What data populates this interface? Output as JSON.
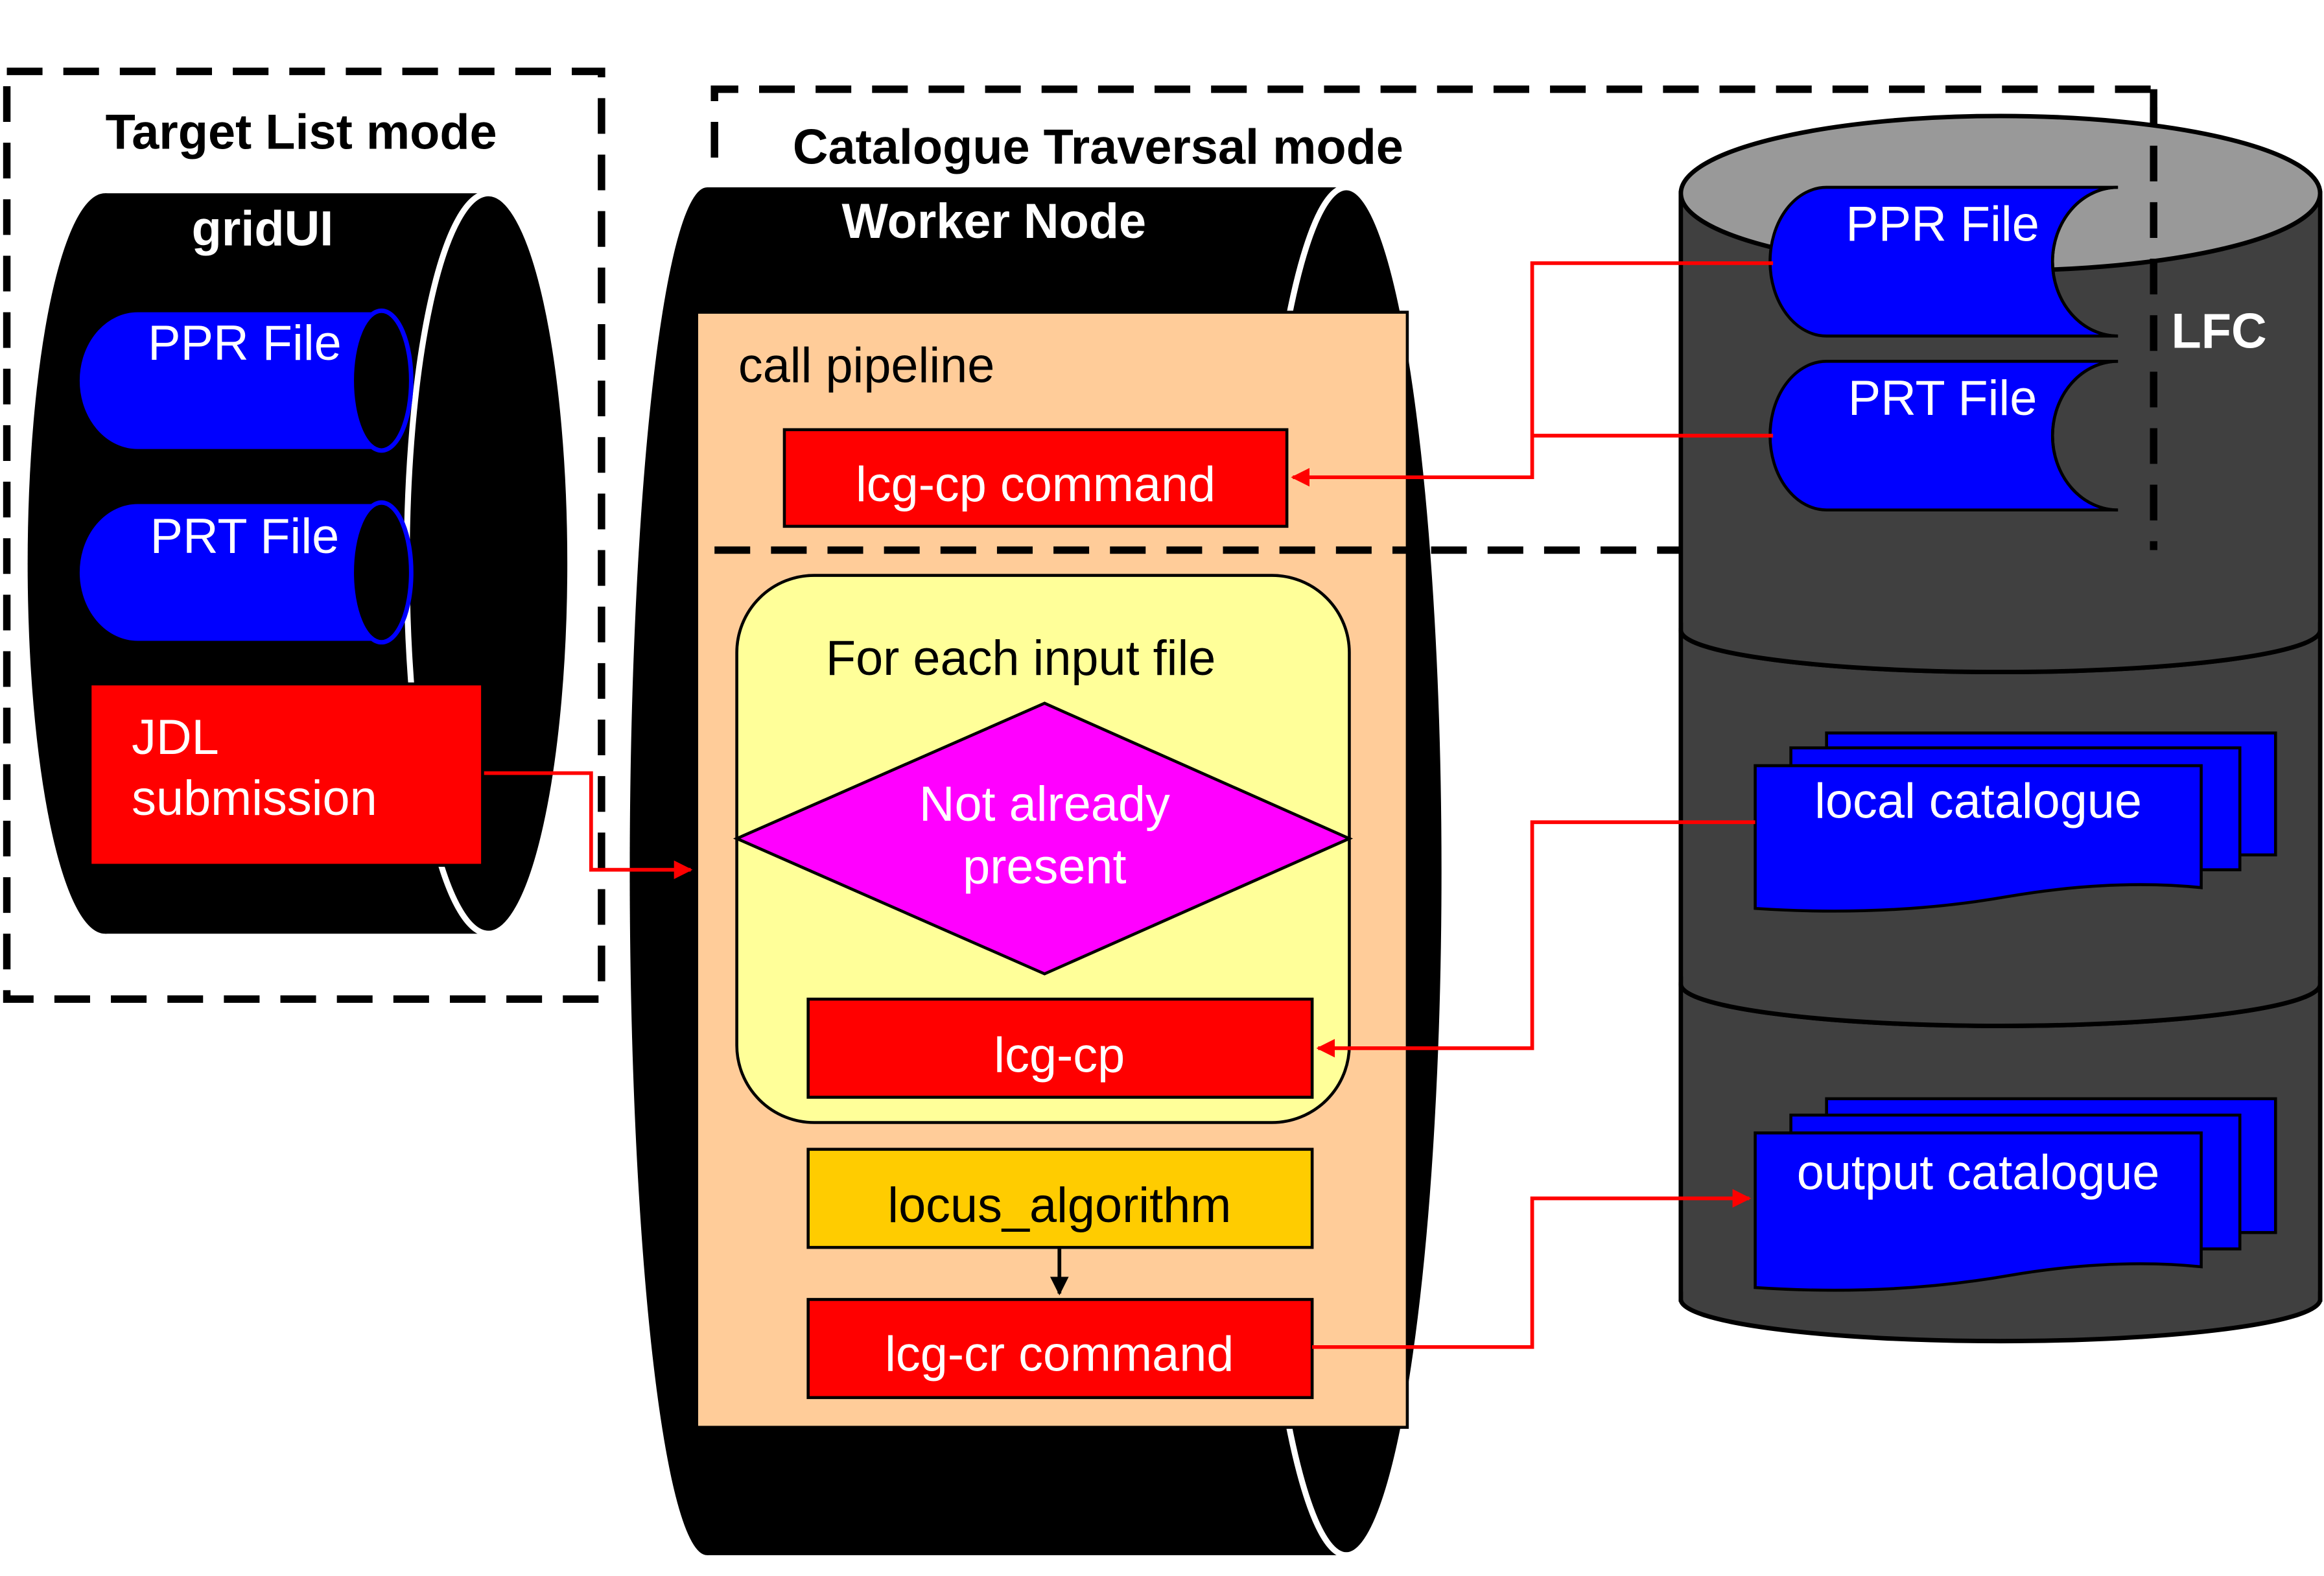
{
  "modes": {
    "target_list": "Target List mode",
    "catalogue_traversal": "Catalogue Traversal mode"
  },
  "gridui": {
    "title": "gridUI",
    "ppr_file": "PPR File",
    "prt_file": "PRT File",
    "jdl_line1": "JDL",
    "jdl_line2": "submission"
  },
  "worker": {
    "title": "Worker Node",
    "call_pipeline": "call pipeline",
    "lcg_cp_command": "lcg-cp command",
    "for_each": "For each input file",
    "decision_line1": "Not already",
    "decision_line2": "present",
    "lcg_cp": "lcg-cp",
    "locus": "locus_algorithm",
    "lcg_cr": "lcg-cr command"
  },
  "lfc": {
    "title": "LFC",
    "ppr_file": "PPR File",
    "prt_file": "PRT File"
  },
  "storage": {
    "local_catalogue": "local catalogue",
    "output_catalogue": "output catalogue"
  },
  "colors": {
    "red": "#ff0000",
    "blue": "#0000ff",
    "magenta": "#ff00ff",
    "peach": "#ffcc99",
    "light_yellow": "#ffff99",
    "gold": "#ffcc00",
    "dark_gray": "#404040",
    "light_gray": "#999999",
    "black": "#000000",
    "white": "#ffffff"
  }
}
